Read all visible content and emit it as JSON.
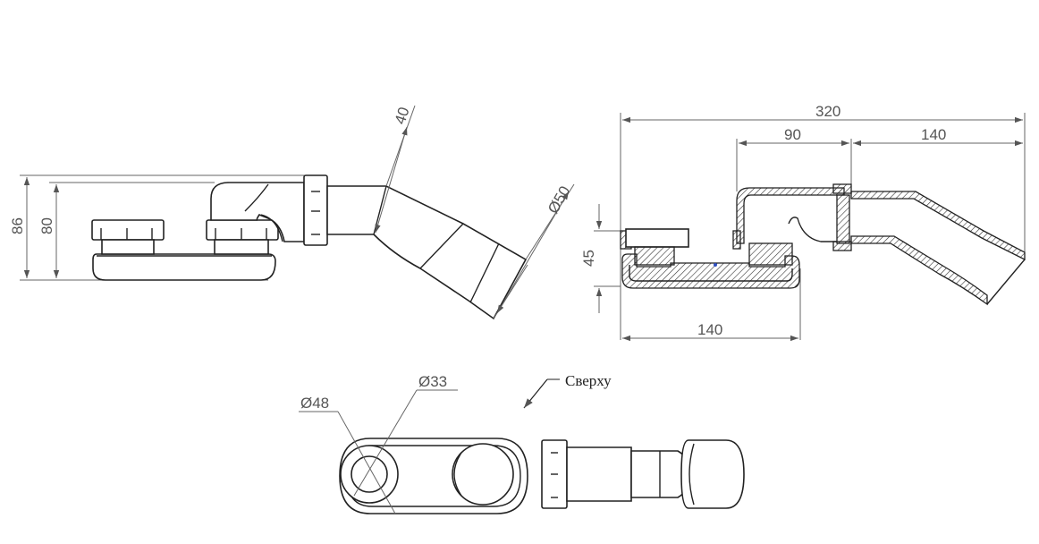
{
  "side_view": {
    "dims": {
      "overall_height": "86",
      "inner_height": "80",
      "pipe_angle_offset": "40",
      "outlet_diameter": "Ø50"
    }
  },
  "section_view": {
    "dims": {
      "total_length": "320",
      "center_offset": "90",
      "outlet_length": "140",
      "body_height": "45",
      "body_length": "140"
    }
  },
  "top_view": {
    "dims": {
      "outer_diameter": "Ø48",
      "inner_diameter": "Ø33"
    },
    "callout": "Сверху"
  }
}
